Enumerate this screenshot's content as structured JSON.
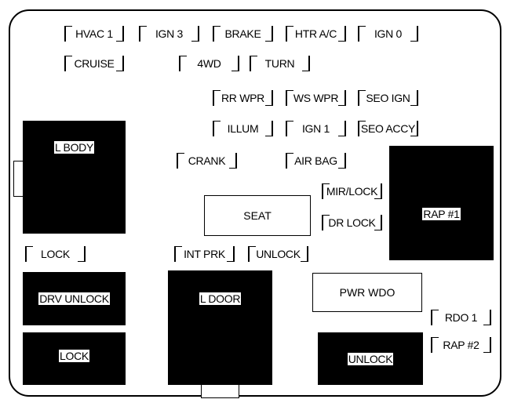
{
  "fuses": {
    "hvac1": "HVAC 1",
    "ign3": "IGN 3",
    "brake": "BRAKE",
    "htr_ac": "HTR A/C",
    "ign0": "IGN 0",
    "cruise": "CRUISE",
    "four_wd": "4WD",
    "turn": "TURN",
    "rr_wpr": "RR WPR",
    "ws_wpr": "WS WPR",
    "seo_ign": "SEO IGN",
    "illum": "ILLUM",
    "ign1": "IGN 1",
    "seo_accy": "SEO ACCY",
    "crank": "CRANK",
    "air_bag": "AIR BAG",
    "mir_lock": "MIR/LOCK",
    "dr_lock": "DR LOCK",
    "lock_small": "LOCK",
    "int_prk": "INT PRK",
    "unlock_small": "UNLOCK",
    "rdo1": "RDO 1",
    "rap2": "RAP #2"
  },
  "relays": {
    "l_body": "L BODY",
    "rap1": "RAP #1",
    "drv_unlock": "DRV UNLOCK",
    "lock_relay": "LOCK",
    "l_door": "L DOOR",
    "unlock_relay": "UNLOCK"
  },
  "breakers": {
    "seat": "SEAT",
    "pwr_wdo": "PWR WDO"
  }
}
